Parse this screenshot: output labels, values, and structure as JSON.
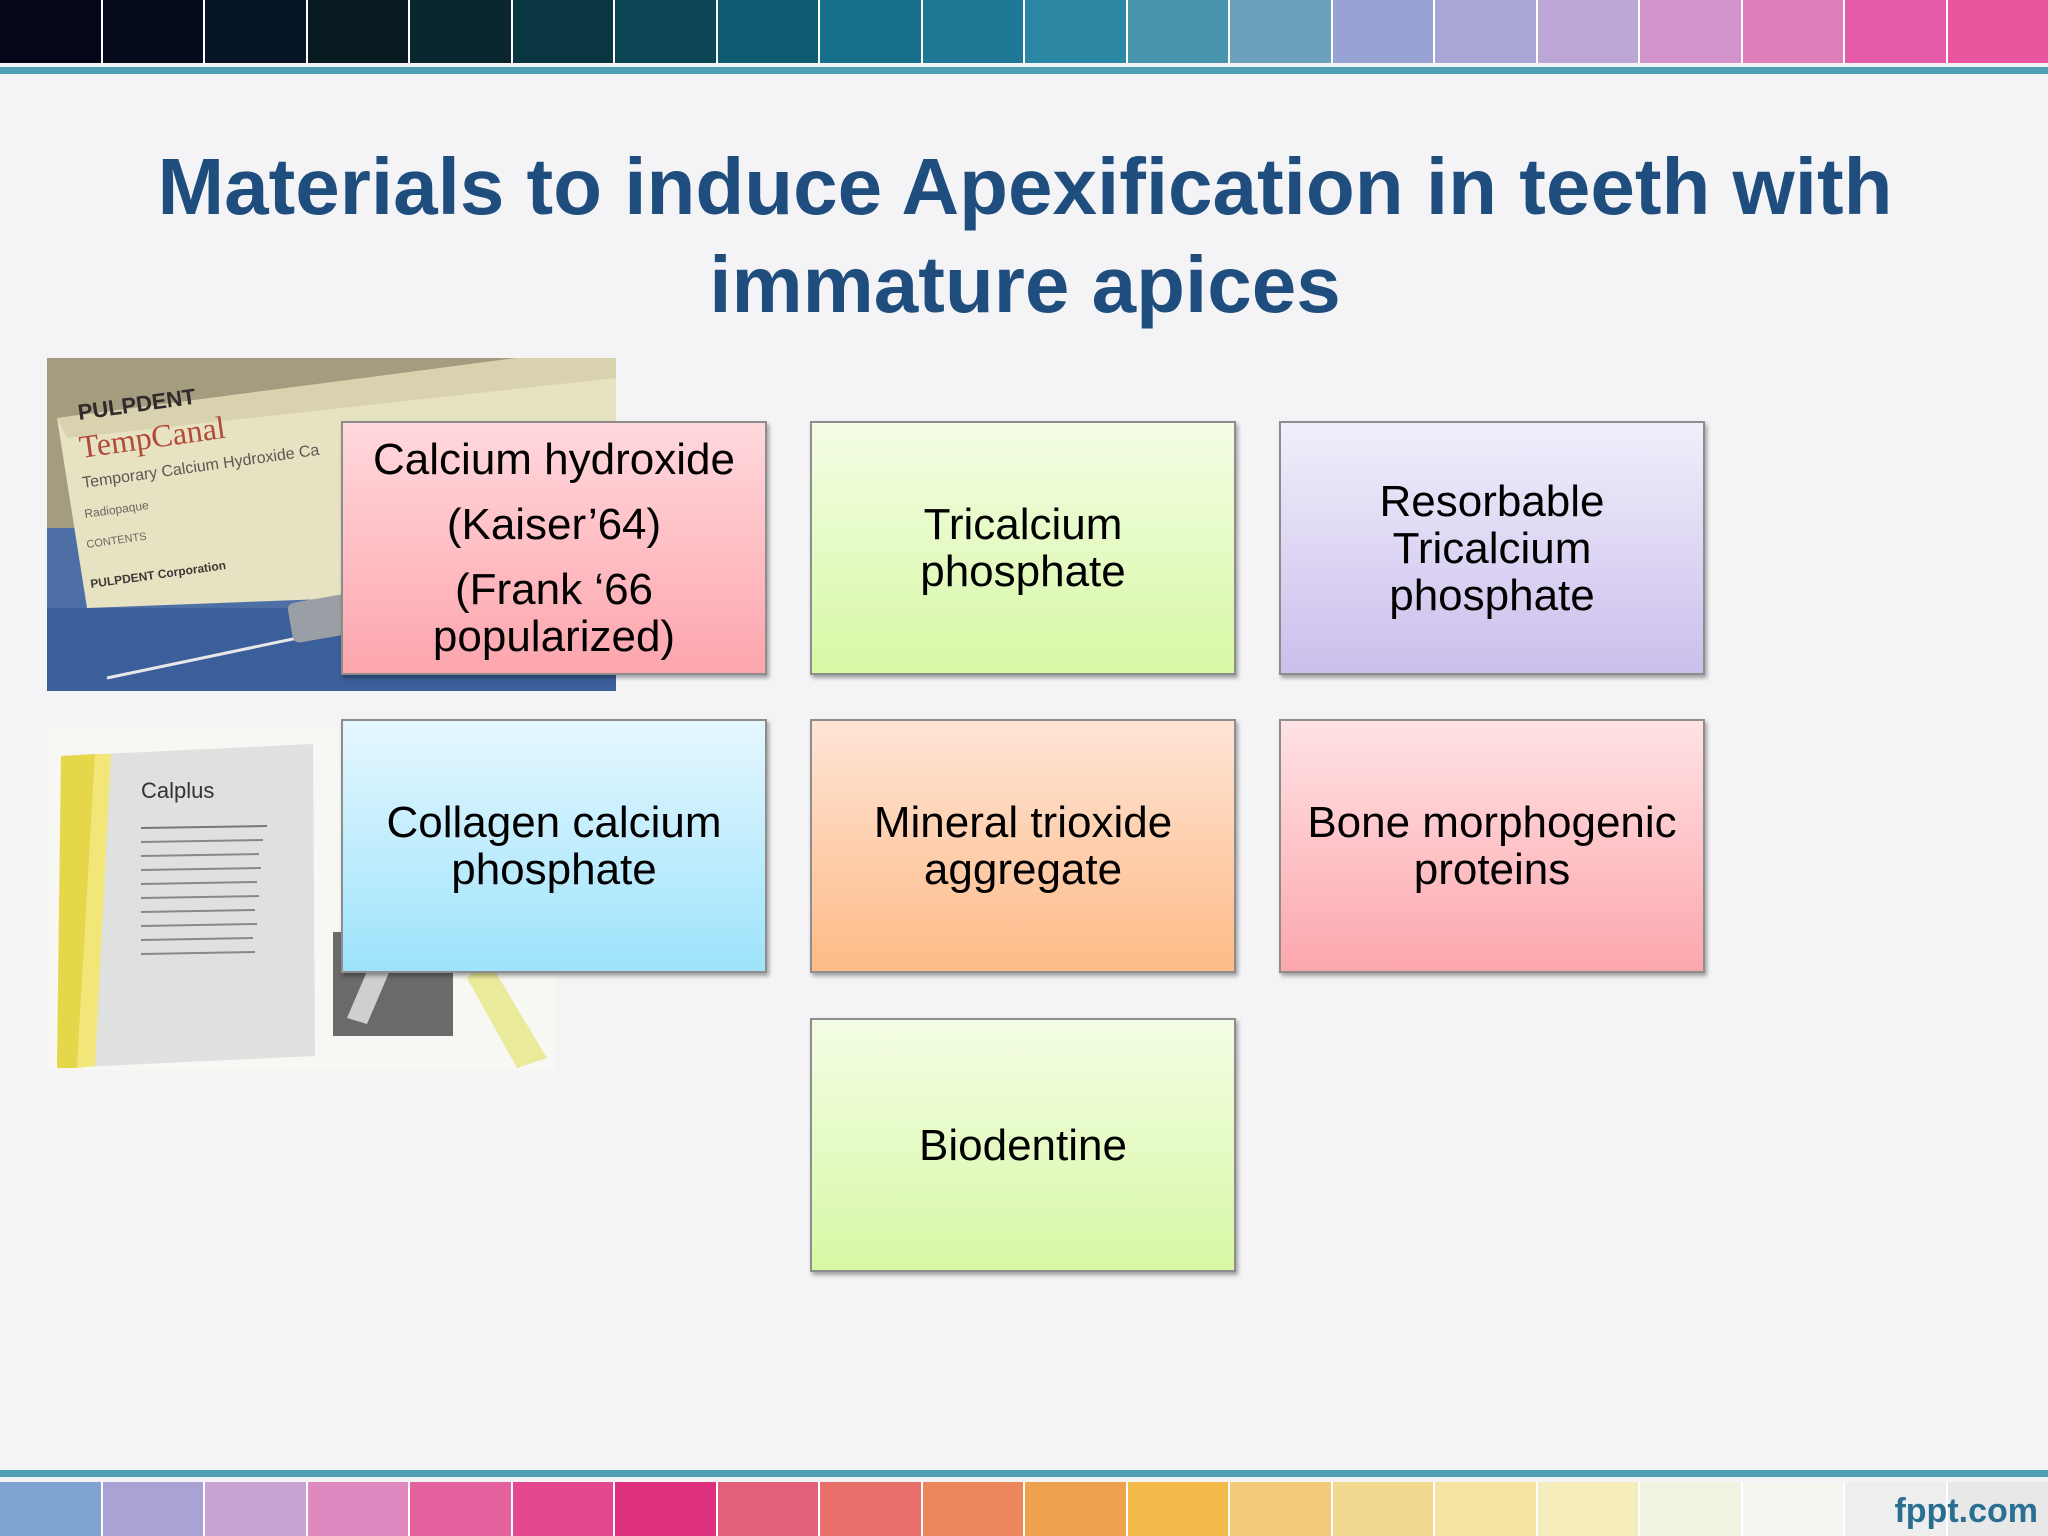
{
  "slide": {
    "title": "Materials to induce Apexification in teeth with immature apices",
    "credit": "fppt.com"
  },
  "colors": {
    "title": "#1f4e7e",
    "top_stripes": [
      "#05061a",
      "#050a1c",
      "#061426",
      "#061a20",
      "#0a2730",
      "#0a3642",
      "#0c4655",
      "#0e5a70",
      "#16708c",
      "#1e7896",
      "#2b87a3",
      "#4795ad",
      "#6ba1bb",
      "#98a3d4",
      "#a8a6d5",
      "#bca5d7",
      "#d193c9",
      "#df7fba",
      "#e45ba7",
      "#e8549e"
    ],
    "bottom_stripes": [
      "#7fa3d2",
      "#a8a3d3",
      "#c6a3d4",
      "#e089c0",
      "#e5619e",
      "#e2478f",
      "#dd317e",
      "#e2607b",
      "#e8706a",
      "#ec875b",
      "#f0a150",
      "#f3b949",
      "#f3ca79",
      "#f3d88f",
      "#f4e3a2",
      "#f6edbd",
      "#f0f3e0",
      "#f4f6f0",
      "#eeeeee",
      "#e8e8e8"
    ]
  },
  "images": {
    "tempcanal": {
      "brand": "PULPDENT",
      "product": "TempCanal",
      "desc": "Temporary Calcium Hydroxide Ca",
      "line3": "Radiopaque",
      "line4": "CONTENTS",
      "footer": "PULPDENT Corporation",
      "icon": "syringe-package-photo"
    },
    "calplus": {
      "product": "Calplus",
      "icon": "syringe-package-photo"
    }
  },
  "boxes": [
    {
      "id": "calcium-hydroxide",
      "lines": [
        "Calcium hydroxide",
        "(Kaiser’64)",
        "(Frank ‘66",
        "popularized)"
      ],
      "color": "pink"
    },
    {
      "id": "tricalcium-phosphate",
      "lines": [
        "Tricalcium",
        "phosphate"
      ],
      "color": "green"
    },
    {
      "id": "resorbable-tricalcium-phosphate",
      "lines": [
        "Resorbable",
        "Tricalcium",
        "phosphate"
      ],
      "color": "lavender"
    },
    {
      "id": "collagen-calcium-phosphate",
      "lines": [
        "Collagen calcium",
        "phosphate"
      ],
      "color": "blue"
    },
    {
      "id": "mineral-trioxide-aggregate",
      "lines": [
        "Mineral trioxide",
        "aggregate"
      ],
      "color": "orange"
    },
    {
      "id": "bone-morphogenic-proteins",
      "lines": [
        "Bone morphogenic",
        "proteins"
      ],
      "color": "rose"
    },
    {
      "id": "biodentine",
      "lines": [
        "Biodentine"
      ],
      "color": "green"
    }
  ]
}
